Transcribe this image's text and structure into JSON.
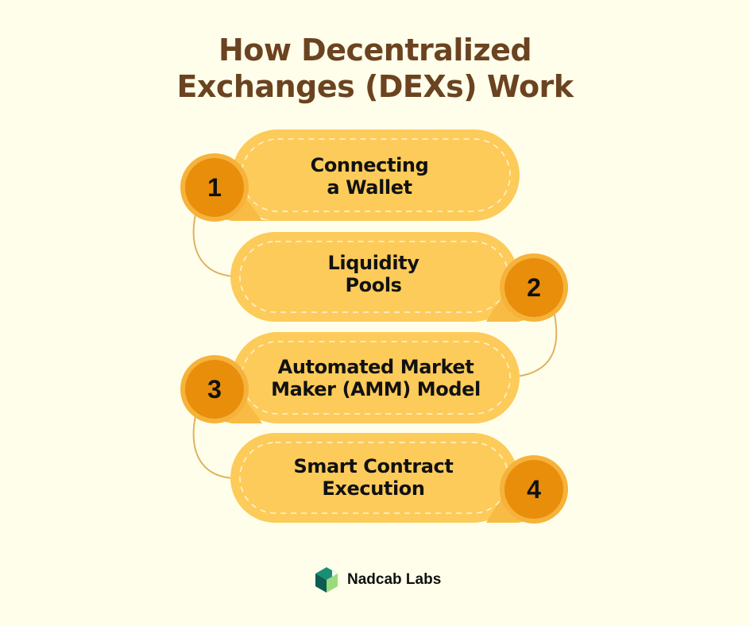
{
  "title": {
    "line1": "How Decentralized",
    "line2": "Exchanges (DEXs) Work"
  },
  "steps": [
    {
      "number": "1",
      "line1": "Connecting",
      "line2": "a Wallet",
      "badge_side": "left"
    },
    {
      "number": "2",
      "line1": "Liquidity",
      "line2": "Pools",
      "badge_side": "right"
    },
    {
      "number": "3",
      "line1": "Automated Market",
      "line2": "Maker (AMM) Model",
      "badge_side": "left"
    },
    {
      "number": "4",
      "line1": "Smart Contract",
      "line2": "Execution",
      "badge_side": "right"
    }
  ],
  "brand": {
    "name": "Nadcab Labs",
    "icon": "hexagon-cube-logo-icon"
  },
  "colors": {
    "background": "#FEFEEA",
    "title": "#6B4320",
    "pill": "#FDCB5A",
    "pill_shade": "#F8BC44",
    "badge_ring": "#F6B23A",
    "badge": "#E88E0A",
    "connector": "#E2B062",
    "dash": "#FFF3D6",
    "logo_dark": "#0E5C52",
    "logo_mid": "#1A8F74",
    "logo_light": "#9ADB7C"
  }
}
